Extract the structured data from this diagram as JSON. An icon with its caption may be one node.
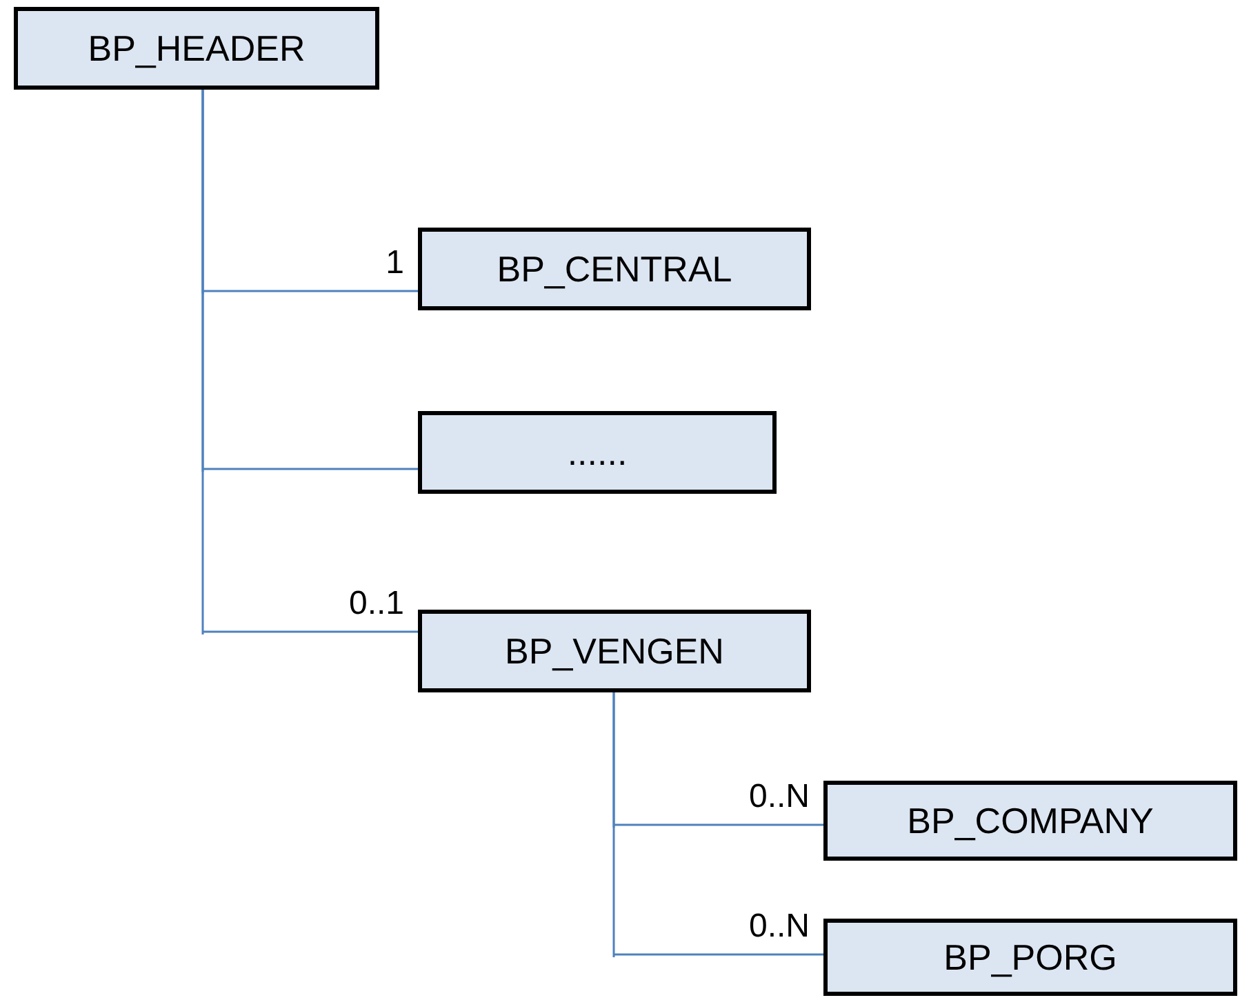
{
  "diagram": {
    "nodes": [
      {
        "text": [
          "BP_HEADER"
        ]
      },
      {
        "text": [
          "BP_CENTRAL"
        ]
      },
      {
        "text": [
          "......"
        ]
      },
      {
        "text": [
          "BP_VENGEN"
        ]
      },
      {
        "text": [
          "BP_COMPANY"
        ]
      },
      {
        "text": [
          "BP_PORG"
        ]
      }
    ],
    "edges": [
      {
        "from": 0,
        "to": 1,
        "arrow": "none",
        "label": "1"
      },
      {
        "from": 0,
        "to": 2,
        "arrow": "none"
      },
      {
        "from": 0,
        "to": 3,
        "arrow": "none",
        "label": "0..1"
      },
      {
        "from": 3,
        "to": 4,
        "arrow": "none",
        "label": "0..N"
      },
      {
        "from": 3,
        "to": 5,
        "arrow": "none",
        "label": "0..N"
      }
    ]
  }
}
